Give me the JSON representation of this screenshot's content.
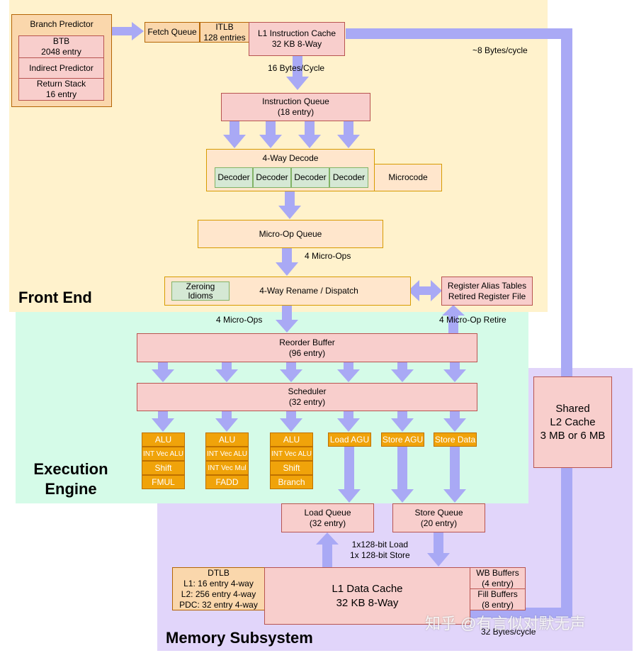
{
  "regions": {
    "front_end": "Front End",
    "execution_engine": [
      "Execution",
      "Engine"
    ],
    "memory_subsystem": "Memory Subsystem"
  },
  "branch_predictor": {
    "title": "Branch Predictor",
    "btb": [
      "BTB",
      "2048 entry"
    ],
    "indirect": "Indirect Predictor",
    "return_stack": [
      "Return Stack",
      "16 entry"
    ]
  },
  "fetch_queue": "Fetch Queue",
  "itlb": [
    "ITLB",
    "128 entries"
  ],
  "l1i": [
    "L1 Instruction Cache",
    "32 KB 8-Way"
  ],
  "bandwidth_l2_l1i": "~8 Bytes/cycle",
  "bandwidth_fetch": "16 Bytes/Cycle",
  "instruction_queue": [
    "Instruction Queue",
    "(18 entry)"
  ],
  "decode": {
    "title": "4-Way Decode",
    "decoders": [
      "Decoder",
      "Decoder",
      "Decoder",
      "Decoder"
    ],
    "microcode": "Microcode"
  },
  "micro_op_queue": "Micro-Op Queue",
  "micro_ops_1": "4 Micro-Ops",
  "rename": {
    "zeroing": [
      "Zeroing",
      "Idioms"
    ],
    "label": "4-Way Rename / Dispatch"
  },
  "rat": [
    "Register Alias Tables",
    "Retired Register File"
  ],
  "micro_ops_2": "4 Micro-Ops",
  "micro_op_retire": "4 Micro-Op Retire",
  "rob": [
    "Reorder Buffer",
    "(96 entry)"
  ],
  "scheduler": [
    "Scheduler",
    "(32 entry)"
  ],
  "ports": [
    [
      "ALU",
      "INT Vec ALU",
      "Shift",
      "FMUL"
    ],
    [
      "ALU",
      "INT Vec ALU",
      "INT Vec Mul",
      "FADD"
    ],
    [
      "ALU",
      "INT Vec ALU",
      "Shift",
      "Branch"
    ]
  ],
  "load_agu": "Load AGU",
  "store_agu": "Store AGU",
  "store_data": "Store Data",
  "l2": [
    "Shared",
    "L2 Cache",
    "3 MB or 6 MB"
  ],
  "load_queue": [
    "Load Queue",
    "(32 entry)"
  ],
  "store_queue": [
    "Store Queue",
    "(20 entry)"
  ],
  "load_store_width": [
    "1x128-bit Load",
    "1x 128-bit Store"
  ],
  "dtlb": [
    "DTLB",
    "L1: 16 entry 4-way",
    "L2: 256 entry 4-way",
    "PDC: 32 entry 4-way"
  ],
  "l1d": [
    "L1 Data Cache",
    "32 KB 8-Way"
  ],
  "wb_buffers": [
    "WB Buffers",
    "(4 entry)"
  ],
  "fill_buffers": [
    "Fill Buffers",
    "(8 entry)"
  ],
  "bandwidth_l1d": "32 Bytes/cycle",
  "watermark": "知乎 @有言似对默无声",
  "colors": {
    "front_end_bg": "#fff2cc",
    "execution_bg": "#d5fbe8",
    "memory_bg": "#e1d5fa",
    "arrow": "#a9a9f5"
  }
}
